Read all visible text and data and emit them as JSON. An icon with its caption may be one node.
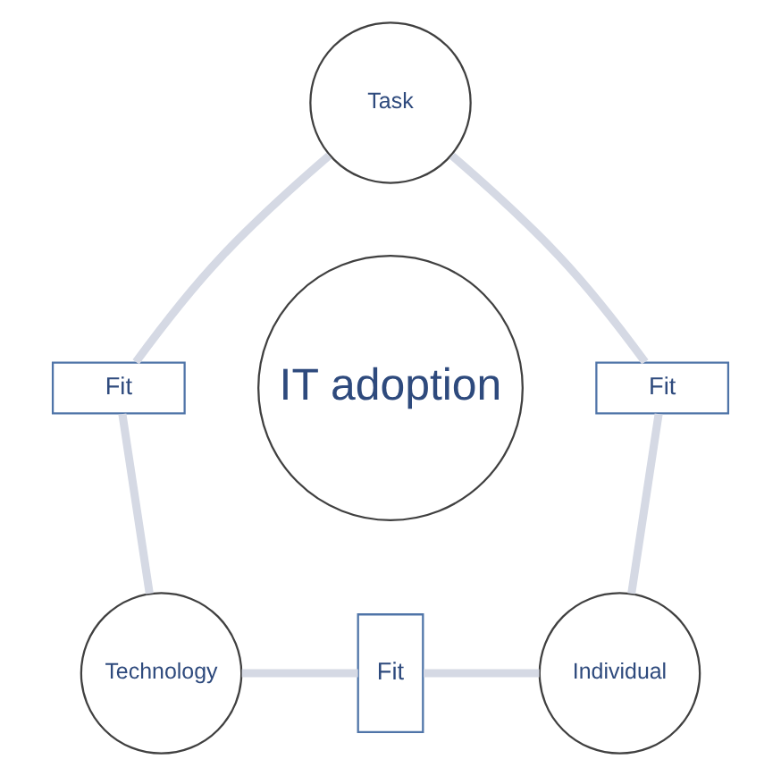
{
  "diagram": {
    "nodes": [
      {
        "text": [
          "IT adoption"
        ]
      },
      {
        "text": [
          "Task"
        ]
      },
      {
        "text": [
          "Technology"
        ]
      },
      {
        "text": [
          "Individual"
        ]
      },
      {
        "text": [
          "Fit"
        ]
      },
      {
        "text": [
          "Fit"
        ]
      },
      {
        "text": [
          "Fit"
        ]
      }
    ],
    "edges": [
      {
        "from": 1,
        "to": 4,
        "arrow": "none"
      },
      {
        "from": 4,
        "to": 2,
        "arrow": "none"
      },
      {
        "from": 1,
        "to": 5,
        "arrow": "none"
      },
      {
        "from": 5,
        "to": 3,
        "arrow": "none"
      },
      {
        "from": 2,
        "to": 6,
        "arrow": "none"
      },
      {
        "from": 6,
        "to": 3,
        "arrow": "none"
      }
    ]
  }
}
